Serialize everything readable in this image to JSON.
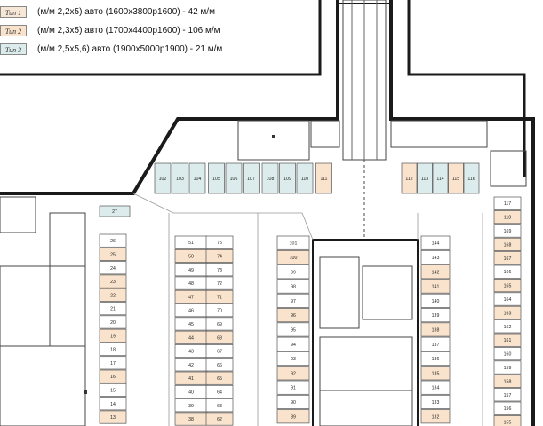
{
  "colors": {
    "type1": "#f6e7d7",
    "type2": "#fae3cc",
    "type3": "#dcecec",
    "wall": "#1a1a1a",
    "line": "#555555"
  },
  "legend": [
    {
      "key": "Тип 1",
      "text": "(м/м 2,2х5) авто (1600х3800р1600) - 42 м/м",
      "fill": "#f6e7d7"
    },
    {
      "key": "Тип 2",
      "text": "(м/м 2,3х5) авто (1700х4400р1600) - 106 м/м",
      "fill": "#fae3cc"
    },
    {
      "key": "Тип 3",
      "text": "(м/м 2,5х5,6) авто (1900х5000р1900) - 21 м/м",
      "fill": "#dcecec"
    }
  ],
  "top_row_left": [
    {
      "n": "102",
      "t": 3
    },
    {
      "n": "103",
      "t": 3
    },
    {
      "n": "104",
      "t": 3
    },
    {
      "n": "105",
      "t": 3
    },
    {
      "n": "106",
      "t": 3
    },
    {
      "n": "107",
      "t": 3
    },
    {
      "n": "108",
      "t": 3
    },
    {
      "n": "109",
      "t": 3
    },
    {
      "n": "110",
      "t": 3
    },
    {
      "n": "111",
      "t": 2
    }
  ],
  "top_row_right": [
    {
      "n": "112",
      "t": 2
    },
    {
      "n": "113",
      "t": 3
    },
    {
      "n": "114",
      "t": 3
    },
    {
      "n": "115",
      "t": 2
    },
    {
      "n": "116",
      "t": 3
    }
  ],
  "spot_27": {
    "n": "27",
    "t": 3
  },
  "col_a": [
    {
      "n": "26",
      "t": 0
    },
    {
      "n": "25",
      "t": 2
    },
    {
      "n": "24",
      "t": 0
    },
    {
      "n": "23",
      "t": 2
    },
    {
      "n": "22",
      "t": 2
    },
    {
      "n": "21",
      "t": 0
    },
    {
      "n": "20",
      "t": 0
    },
    {
      "n": "19",
      "t": 2
    },
    {
      "n": "18",
      "t": 0
    },
    {
      "n": "17",
      "t": 0
    },
    {
      "n": "16",
      "t": 2
    },
    {
      "n": "15",
      "t": 0
    },
    {
      "n": "14",
      "t": 0
    },
    {
      "n": "13",
      "t": 2
    }
  ],
  "col_b": [
    {
      "n": "51",
      "t": 0
    },
    {
      "n": "50",
      "t": 2
    },
    {
      "n": "49",
      "t": 0
    },
    {
      "n": "48",
      "t": 0
    },
    {
      "n": "47",
      "t": 2
    },
    {
      "n": "46",
      "t": 0
    },
    {
      "n": "45",
      "t": 0
    },
    {
      "n": "44",
      "t": 2
    },
    {
      "n": "43",
      "t": 0
    },
    {
      "n": "42",
      "t": 0
    },
    {
      "n": "41",
      "t": 2
    },
    {
      "n": "40",
      "t": 0
    },
    {
      "n": "39",
      "t": 0
    },
    {
      "n": "38",
      "t": 2
    }
  ],
  "col_c": [
    {
      "n": "75",
      "t": 0
    },
    {
      "n": "74",
      "t": 2
    },
    {
      "n": "73",
      "t": 0
    },
    {
      "n": "72",
      "t": 0
    },
    {
      "n": "71",
      "t": 2
    },
    {
      "n": "70",
      "t": 0
    },
    {
      "n": "69",
      "t": 0
    },
    {
      "n": "68",
      "t": 2
    },
    {
      "n": "67",
      "t": 0
    },
    {
      "n": "66",
      "t": 0
    },
    {
      "n": "65",
      "t": 2
    },
    {
      "n": "64",
      "t": 0
    },
    {
      "n": "63",
      "t": 0
    },
    {
      "n": "62",
      "t": 2
    }
  ],
  "col_d": [
    {
      "n": "101",
      "t": 0
    },
    {
      "n": "100",
      "t": 2
    },
    {
      "n": "99",
      "t": 0
    },
    {
      "n": "98",
      "t": 0
    },
    {
      "n": "97",
      "t": 0
    },
    {
      "n": "96",
      "t": 2
    },
    {
      "n": "95",
      "t": 0
    },
    {
      "n": "94",
      "t": 0
    },
    {
      "n": "93",
      "t": 0
    },
    {
      "n": "92",
      "t": 2
    },
    {
      "n": "91",
      "t": 0
    },
    {
      "n": "90",
      "t": 0
    },
    {
      "n": "89",
      "t": 2
    }
  ],
  "col_e": [
    {
      "n": "144",
      "t": 0
    },
    {
      "n": "143",
      "t": 0
    },
    {
      "n": "142",
      "t": 2
    },
    {
      "n": "141",
      "t": 2
    },
    {
      "n": "140",
      "t": 0
    },
    {
      "n": "139",
      "t": 0
    },
    {
      "n": "138",
      "t": 2
    },
    {
      "n": "137",
      "t": 0
    },
    {
      "n": "136",
      "t": 0
    },
    {
      "n": "135",
      "t": 2
    },
    {
      "n": "134",
      "t": 0
    },
    {
      "n": "133",
      "t": 0
    },
    {
      "n": "132",
      "t": 2
    }
  ],
  "col_f": [
    {
      "n": "117",
      "t": 0
    },
    {
      "n": "118",
      "t": 2
    },
    {
      "n": "169",
      "t": 0
    },
    {
      "n": "168",
      "t": 2
    },
    {
      "n": "167",
      "t": 2
    },
    {
      "n": "166",
      "t": 0
    },
    {
      "n": "165",
      "t": 2
    },
    {
      "n": "164",
      "t": 0
    },
    {
      "n": "163",
      "t": 2
    },
    {
      "n": "162",
      "t": 0
    },
    {
      "n": "161",
      "t": 2
    },
    {
      "n": "160",
      "t": 0
    },
    {
      "n": "159",
      "t": 0
    },
    {
      "n": "158",
      "t": 2
    },
    {
      "n": "157",
      "t": 0
    },
    {
      "n": "156",
      "t": 0
    },
    {
      "n": "155",
      "t": 2
    }
  ]
}
